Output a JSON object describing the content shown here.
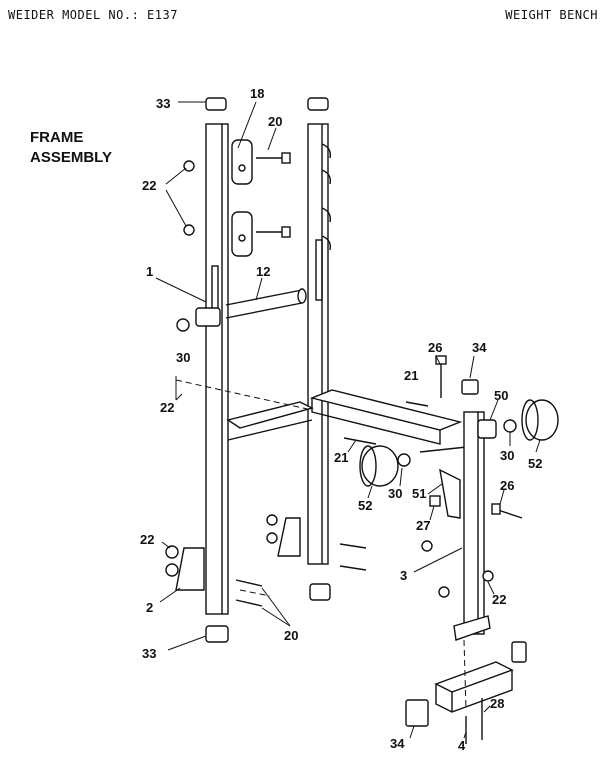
{
  "header": {
    "model": "WEIDER MODEL NO.: E137",
    "product": "WEIGHT BENCH"
  },
  "title": {
    "line1": "FRAME",
    "line2": "ASSEMBLY"
  },
  "part_labels": [
    {
      "id": "lbl-33-top",
      "text": "33"
    },
    {
      "id": "lbl-18",
      "text": "18"
    },
    {
      "id": "lbl-20-top",
      "text": "20"
    },
    {
      "id": "lbl-22-top",
      "text": "22"
    },
    {
      "id": "lbl-1",
      "text": "1"
    },
    {
      "id": "lbl-12",
      "text": "12"
    },
    {
      "id": "lbl-30-left",
      "text": "30"
    },
    {
      "id": "lbl-22-mid",
      "text": "22"
    },
    {
      "id": "lbl-26-top",
      "text": "26"
    },
    {
      "id": "lbl-34-top",
      "text": "34"
    },
    {
      "id": "lbl-21-a",
      "text": "21"
    },
    {
      "id": "lbl-50",
      "text": "50"
    },
    {
      "id": "lbl-21-b",
      "text": "21"
    },
    {
      "id": "lbl-30-right",
      "text": "30"
    },
    {
      "id": "lbl-52-right",
      "text": "52"
    },
    {
      "id": "lbl-52-mid",
      "text": "52"
    },
    {
      "id": "lbl-30-mid",
      "text": "30"
    },
    {
      "id": "lbl-51",
      "text": "51"
    },
    {
      "id": "lbl-26-mid",
      "text": "26"
    },
    {
      "id": "lbl-27",
      "text": "27"
    },
    {
      "id": "lbl-22-low",
      "text": "22"
    },
    {
      "id": "lbl-3",
      "text": "3"
    },
    {
      "id": "lbl-22-right",
      "text": "22"
    },
    {
      "id": "lbl-2",
      "text": "2"
    },
    {
      "id": "lbl-20-low",
      "text": "20"
    },
    {
      "id": "lbl-33-bottom",
      "text": "33"
    },
    {
      "id": "lbl-28",
      "text": "28"
    },
    {
      "id": "lbl-34-bottom",
      "text": "34"
    },
    {
      "id": "lbl-4",
      "text": "4"
    }
  ]
}
